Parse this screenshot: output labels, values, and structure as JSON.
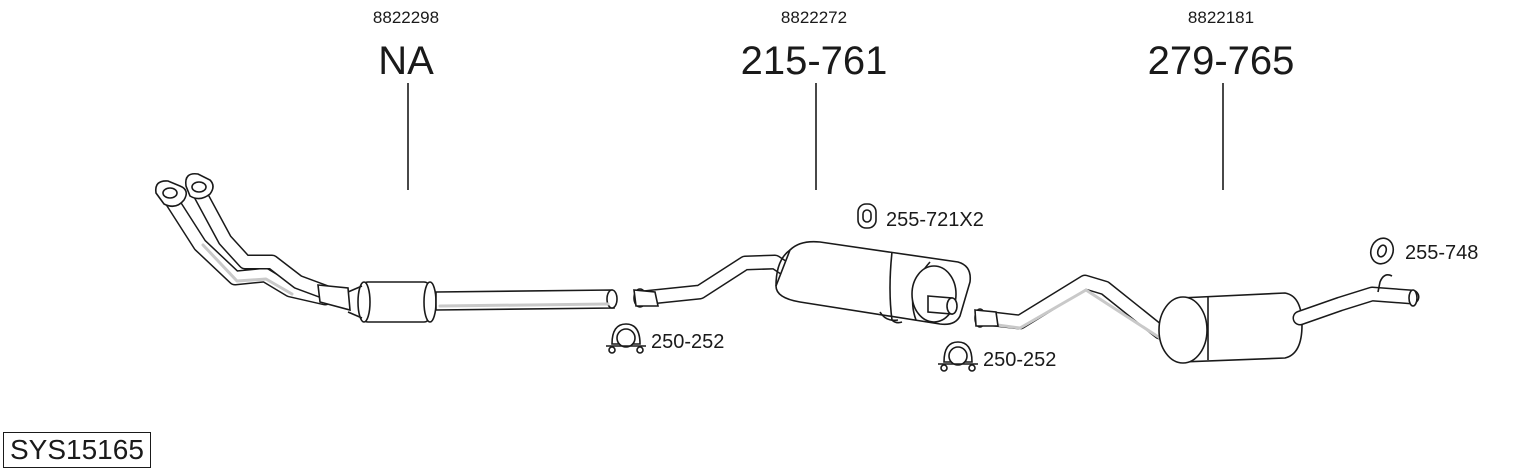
{
  "parts": [
    {
      "oe_number": "8822298",
      "part_number": "NA"
    },
    {
      "oe_number": "8822272",
      "part_number": "215-761"
    },
    {
      "oe_number": "8822181",
      "part_number": "279-765"
    }
  ],
  "fittings": [
    {
      "label": "255-721X2",
      "icon": "rubber-hanger-icon"
    },
    {
      "label": "255-748",
      "icon": "rubber-ring-icon"
    },
    {
      "label": "250-252",
      "icon": "pipe-clamp-icon"
    },
    {
      "label": "250-252",
      "icon": "pipe-clamp-icon"
    }
  ],
  "system_code": "SYS15165"
}
